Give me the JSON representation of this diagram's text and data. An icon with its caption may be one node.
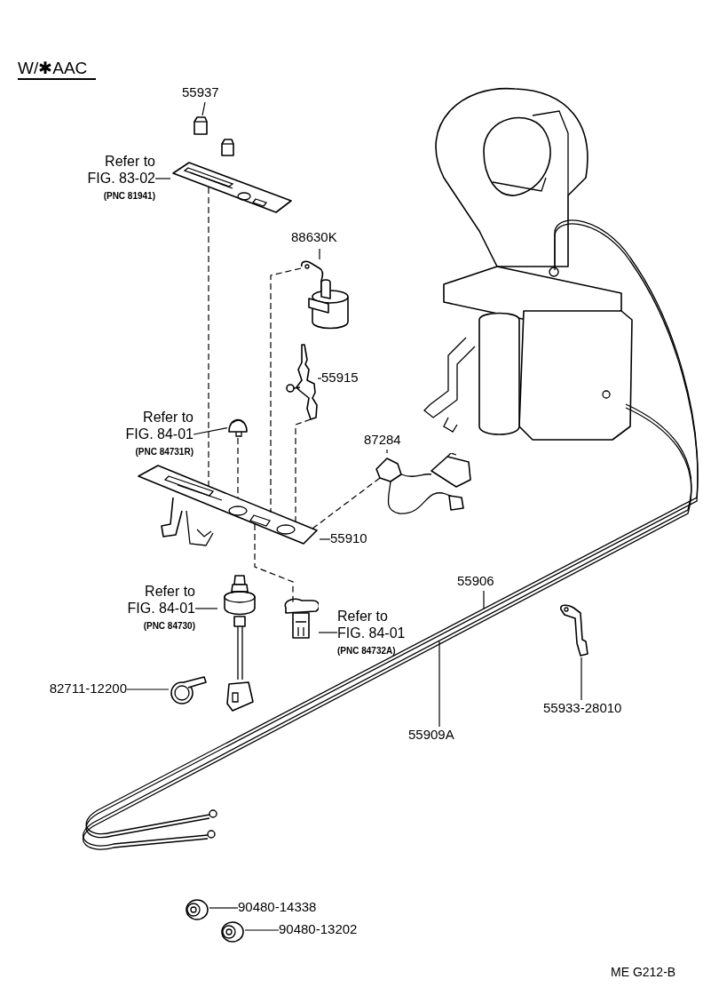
{
  "diagram": {
    "title": "W/✱AAC",
    "nodes": [
      {
        "text": [
          "55937"
        ]
      },
      {
        "text": [],
        "shape": "picture"
      },
      {
        "text": [
          "Refer to FIG. 83-02",
          "(PNC 81941)"
        ]
      },
      {
        "text": [],
        "shape": "picture"
      },
      {
        "text": [
          "88630K"
        ]
      },
      {
        "text": [],
        "shape": "picture"
      },
      {
        "text": [
          "55915"
        ]
      },
      {
        "text": [],
        "shape": "picture"
      },
      {
        "text": [
          "Refer to FIG. 84-01",
          "(PNC 84731R)"
        ]
      },
      {
        "text": [],
        "shape": "picture"
      },
      {
        "text": [
          "87284"
        ]
      },
      {
        "text": [],
        "shape": "picture"
      },
      {
        "text": [
          "55910"
        ]
      },
      {
        "text": [],
        "shape": "picture"
      },
      {
        "text": [
          "Refer to FIG. 84-01",
          "(PNC 84730)"
        ]
      },
      {
        "text": [],
        "shape": "picture"
      },
      {
        "text": [
          "Refer to FIG. 84-01",
          "(PNC 84732A)"
        ]
      },
      {
        "text": [],
        "shape": "picture"
      },
      {
        "text": [
          "82711-12200"
        ]
      },
      {
        "text": [],
        "shape": "picture"
      },
      {
        "text": [
          "55906"
        ]
      },
      {
        "text": [
          "55909A"
        ]
      },
      {
        "text": [
          "55933-28010"
        ]
      },
      {
        "text": [],
        "shape": "picture"
      },
      {
        "text": [
          "90480-14338"
        ]
      },
      {
        "text": [],
        "shape": "picture"
      },
      {
        "text": [
          "90480-13202"
        ]
      },
      {
        "text": [],
        "shape": "picture"
      }
    ],
    "edges": [
      {
        "from": 0,
        "to": 1,
        "arrow": "none"
      },
      {
        "from": 2,
        "to": 3,
        "arrow": "none"
      },
      {
        "from": 4,
        "to": 5,
        "arrow": "none"
      },
      {
        "from": 6,
        "to": 7,
        "arrow": "none"
      },
      {
        "from": 8,
        "to": 9,
        "arrow": "none"
      },
      {
        "from": 10,
        "to": 11,
        "arrow": "none"
      },
      {
        "from": 12,
        "to": 13,
        "arrow": "none"
      },
      {
        "from": 14,
        "to": 15,
        "arrow": "none"
      },
      {
        "from": 16,
        "to": 17,
        "arrow": "none"
      },
      {
        "from": 18,
        "to": 19,
        "arrow": "none"
      },
      {
        "from": 20,
        "to": null,
        "arrow": "none"
      },
      {
        "from": 21,
        "to": null,
        "arrow": "none"
      },
      {
        "from": 22,
        "to": 23,
        "arrow": "none"
      },
      {
        "from": 24,
        "to": 25,
        "arrow": "none"
      },
      {
        "from": 26,
        "to": 27,
        "arrow": "none"
      },
      {
        "from": 3,
        "to": 13,
        "arrow": "none",
        "style": "dashed"
      },
      {
        "from": 9,
        "to": 13,
        "arrow": "none",
        "style": "dashed"
      },
      {
        "from": 5,
        "to": 13,
        "arrow": "none",
        "style": "dashed"
      },
      {
        "from": 7,
        "to": 13,
        "arrow": "none",
        "style": "dashed"
      },
      {
        "from": 11,
        "to": 13,
        "arrow": "none",
        "style": "dashed"
      },
      {
        "from": 13,
        "to": 17,
        "arrow": "none",
        "style": "dashed"
      }
    ],
    "labels": [
      "ME G212-B"
    ]
  }
}
